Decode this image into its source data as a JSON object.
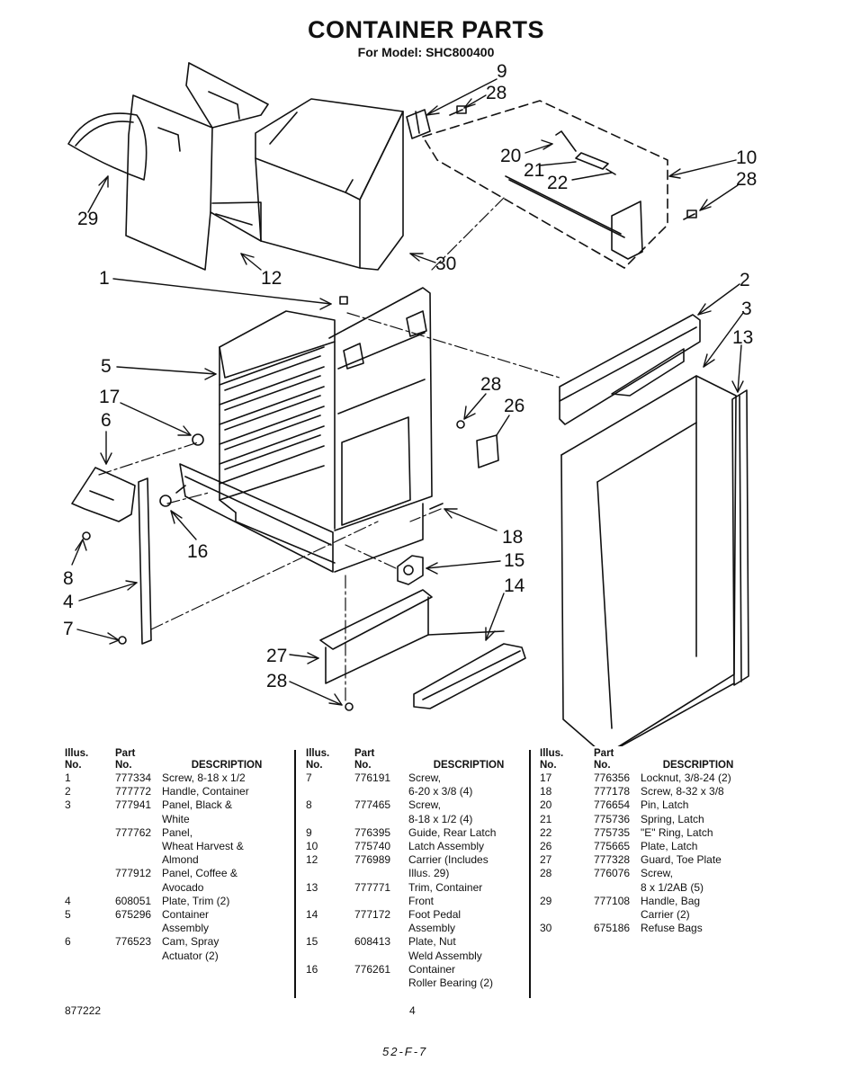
{
  "header": {
    "title": "CONTAINER PARTS",
    "subtitle": "For Model: SHC800400"
  },
  "callouts": [
    "9",
    "28",
    "20",
    "21",
    "22",
    "10",
    "28",
    "29",
    "12",
    "30",
    "1",
    "2",
    "3",
    "13",
    "5",
    "28",
    "26",
    "17",
    "6",
    "16",
    "18",
    "15",
    "14",
    "8",
    "4",
    "7",
    "27",
    "28"
  ],
  "table": {
    "headers": {
      "illus": "Illus.",
      "no": "No.",
      "part": "Part",
      "desc": "DESCRIPTION"
    },
    "col1": [
      {
        "illus": "1",
        "part": "777334",
        "desc": "Screw, 8-18 x 1/2",
        "desc2": ""
      },
      {
        "illus": "2",
        "part": "777772",
        "desc": "Handle, Container",
        "desc2": ""
      },
      {
        "illus": "3",
        "part": "777941",
        "desc": "Panel, Black &",
        "desc2": "White"
      },
      {
        "illus": "",
        "part": "777762",
        "desc": "Panel,",
        "desc2": "Wheat Harvest &"
      },
      {
        "illus": "",
        "part": "",
        "desc": "Almond",
        "desc2": ""
      },
      {
        "illus": "",
        "part": "777912",
        "desc": "Panel, Coffee &",
        "desc2": "Avocado"
      },
      {
        "illus": "4",
        "part": "608051",
        "desc": "Plate, Trim (2)",
        "desc2": ""
      },
      {
        "illus": "5",
        "part": "675296",
        "desc": "Container",
        "desc2": "Assembly"
      },
      {
        "illus": "6",
        "part": "776523",
        "desc": "Cam, Spray",
        "desc2": "Actuator (2)"
      }
    ],
    "col2": [
      {
        "illus": "7",
        "part": "776191",
        "desc": "Screw,",
        "desc2": "6-20 x 3/8 (4)"
      },
      {
        "illus": "8",
        "part": "777465",
        "desc": "Screw,",
        "desc2": "8-18 x 1/2 (4)"
      },
      {
        "illus": "9",
        "part": "776395",
        "desc": "Guide, Rear Latch",
        "desc2": ""
      },
      {
        "illus": "10",
        "part": "775740",
        "desc": "Latch Assembly",
        "desc2": ""
      },
      {
        "illus": "12",
        "part": "776989",
        "desc": "Carrier (Includes",
        "desc2": "Illus. 29)"
      },
      {
        "illus": "13",
        "part": "777771",
        "desc": "Trim, Container",
        "desc2": "Front"
      },
      {
        "illus": "14",
        "part": "777172",
        "desc": "Foot Pedal",
        "desc2": "Assembly"
      },
      {
        "illus": "15",
        "part": "608413",
        "desc": "Plate, Nut",
        "desc2": "Weld Assembly"
      },
      {
        "illus": "16",
        "part": "776261",
        "desc": "Container",
        "desc2": "Roller Bearing (2)"
      }
    ],
    "col3": [
      {
        "illus": "17",
        "part": "776356",
        "desc": "Locknut, 3/8-24 (2)",
        "desc2": ""
      },
      {
        "illus": "18",
        "part": "777178",
        "desc": "Screw, 8-32 x 3/8",
        "desc2": ""
      },
      {
        "illus": "20",
        "part": "776654",
        "desc": "Pin, Latch",
        "desc2": ""
      },
      {
        "illus": "21",
        "part": "775736",
        "desc": "Spring, Latch",
        "desc2": ""
      },
      {
        "illus": "22",
        "part": "775735",
        "desc": "\"E\" Ring, Latch",
        "desc2": ""
      },
      {
        "illus": "26",
        "part": "775665",
        "desc": "Plate, Latch",
        "desc2": ""
      },
      {
        "illus": "27",
        "part": "777328",
        "desc": "Guard, Toe Plate",
        "desc2": ""
      },
      {
        "illus": "28",
        "part": "776076",
        "desc": "Screw,",
        "desc2": "8 x 1/2AB (5)"
      },
      {
        "illus": "29",
        "part": "777108",
        "desc": "Handle, Bag",
        "desc2": "Carrier (2)"
      },
      {
        "illus": "30",
        "part": "675186",
        "desc": "Refuse Bags",
        "desc2": ""
      }
    ]
  },
  "footer": {
    "doc_number": "877222",
    "page_number": "4",
    "handwritten": "52-F-7"
  }
}
